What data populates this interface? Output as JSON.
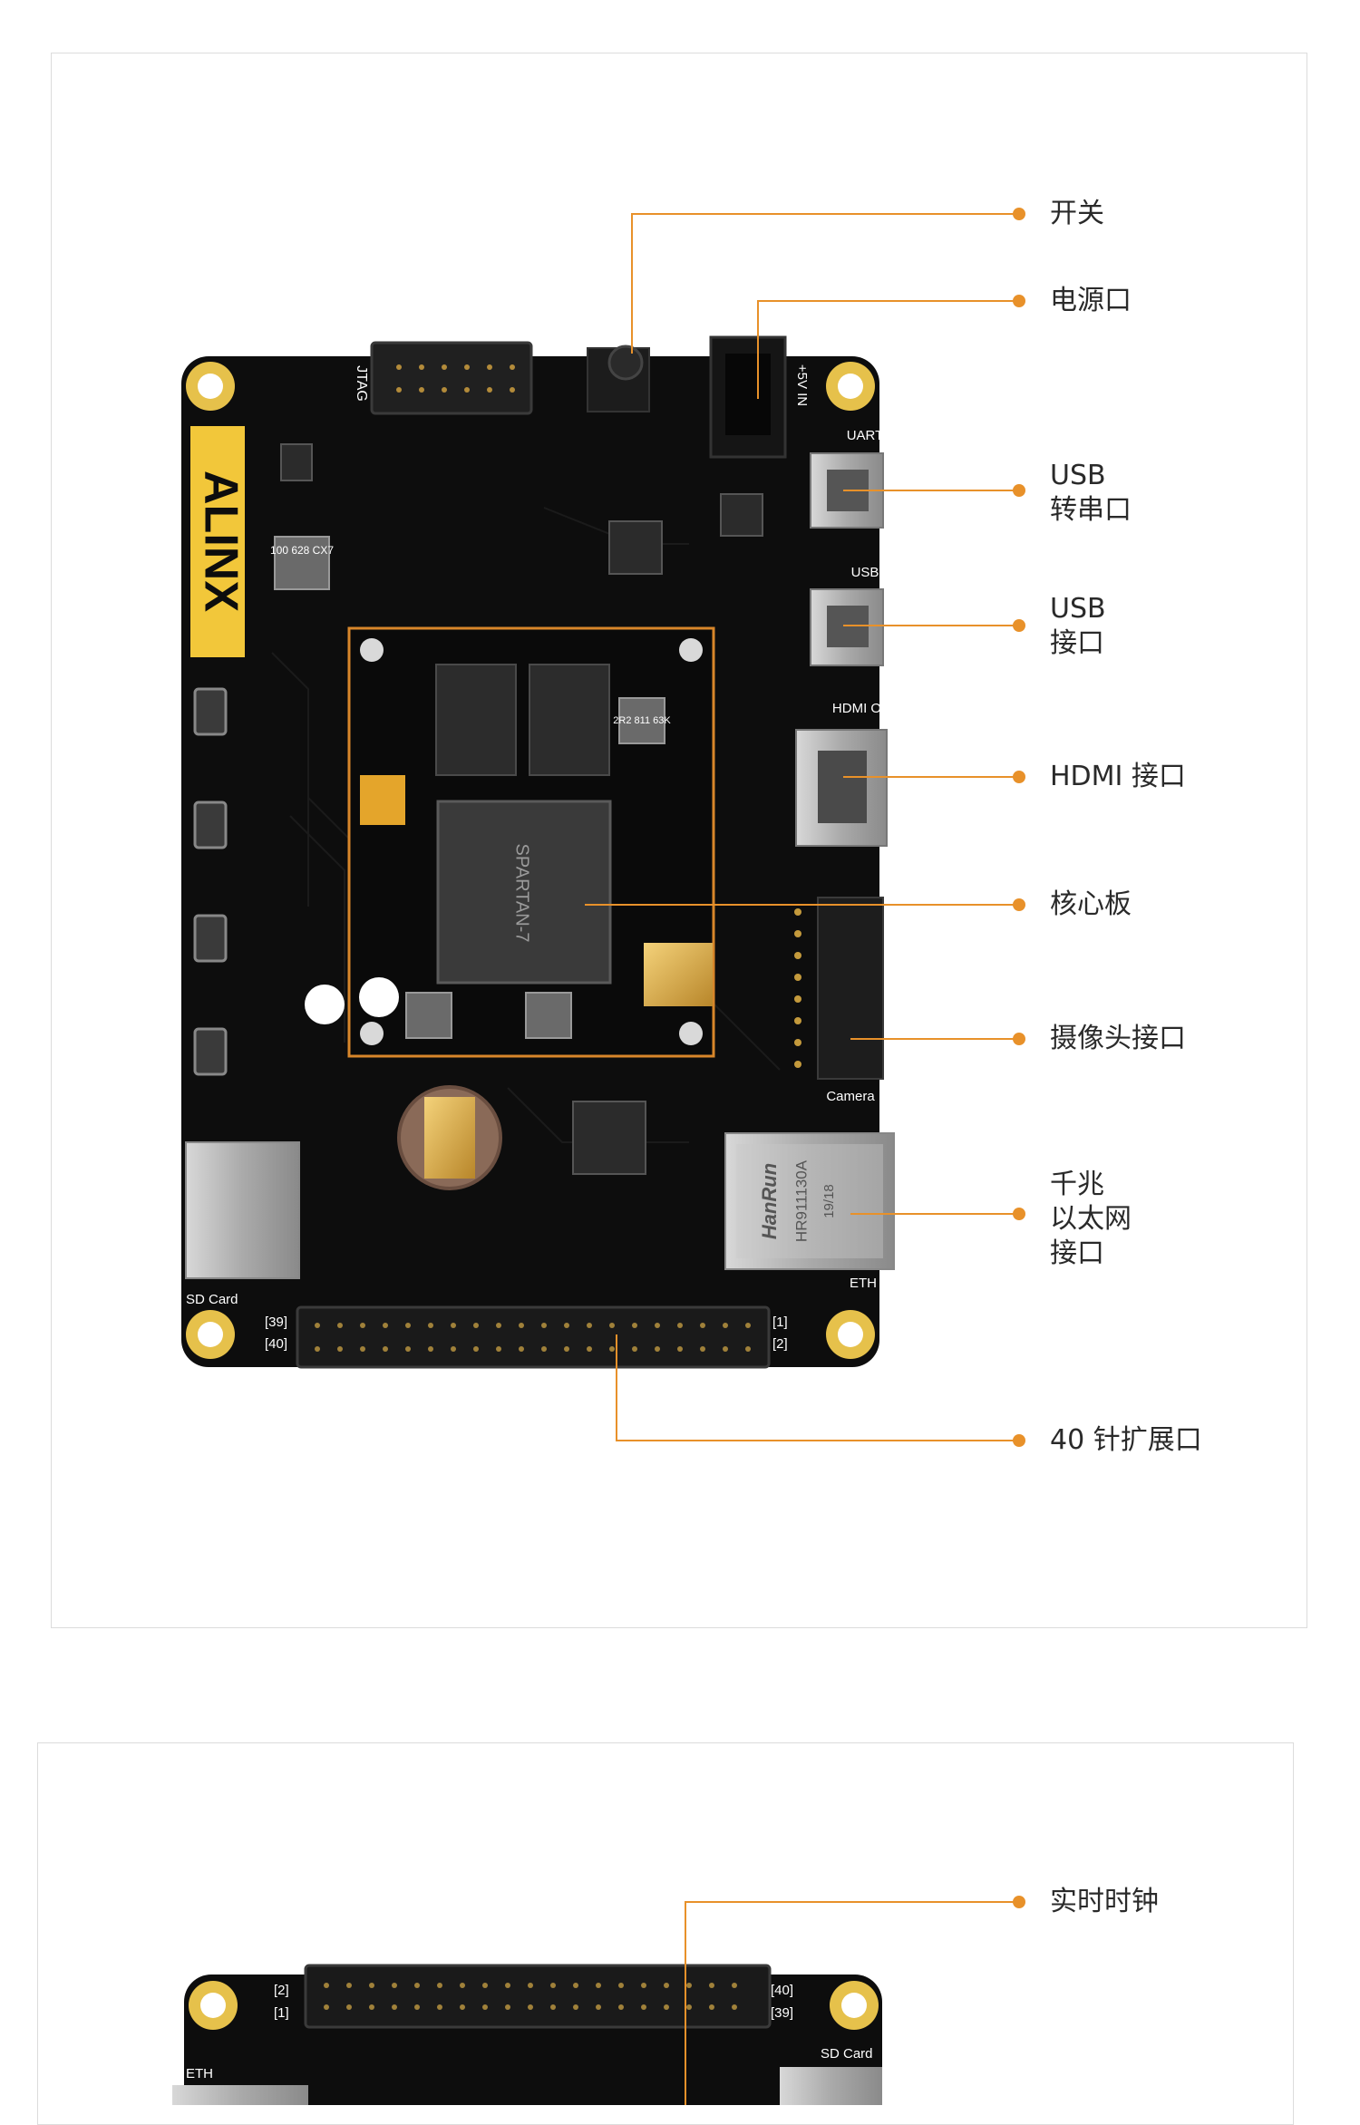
{
  "colors": {
    "accent": "#e8912a",
    "board": "#0d0d0d",
    "panel_border": "#dcdcdc"
  },
  "board_text": {
    "logo": "ALINX",
    "jtag": "JTAG",
    "power_in": "+5V IN",
    "uart": "UART",
    "usb": "USB",
    "hdmi": "HDMI O",
    "camera": "Camera",
    "eth": "ETH",
    "sdcard": "SD Card",
    "pin39": "[39]",
    "pin40": "[40]",
    "pin1": "[1]",
    "pin2": "[2]",
    "fpga": "SPARTAN-7",
    "inductor": "100 628 CX7",
    "inductor2": "2R2 811 63K",
    "rj45_brand": "HanRun",
    "rj45_model": "HR911130A",
    "rj45_date": "19/18"
  },
  "callouts": {
    "switch": "开关",
    "power": "电源口",
    "usb_uart_1": "USB",
    "usb_uart_2": "转串口",
    "usb_1": "USB",
    "usb_2": "接口",
    "hdmi": "HDMI 接口",
    "core": "核心板",
    "camera": "摄像头接口",
    "eth_1": "千兆",
    "eth_2": "以太网",
    "eth_3": "接口",
    "gpio": "40 针扩展口",
    "rtc": "实时时钟"
  }
}
